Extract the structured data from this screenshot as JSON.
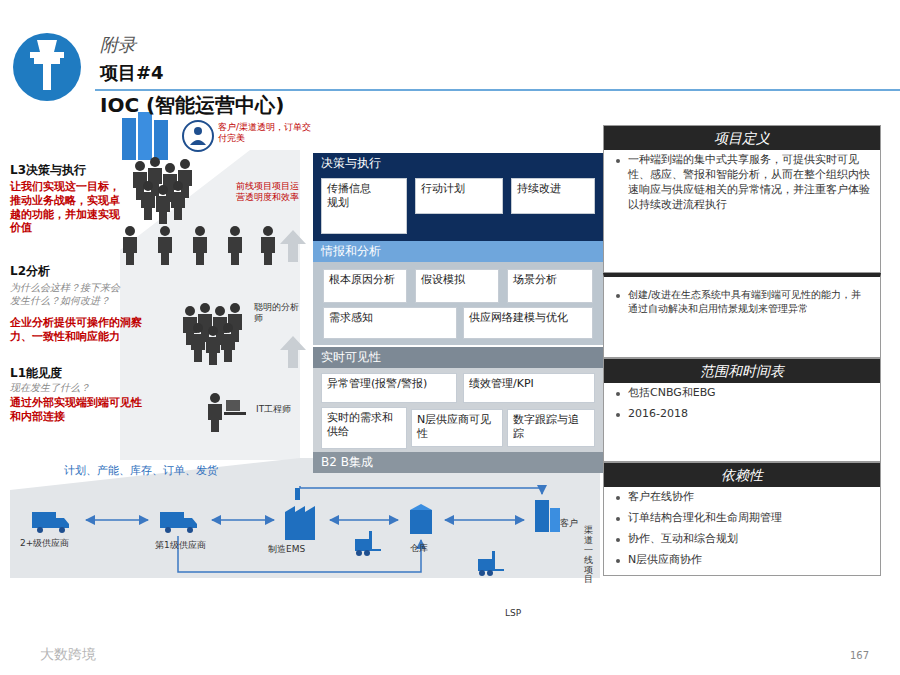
{
  "diagram": {
    "title": "IOC (智能运营中心)",
    "nodes": [
      {
        "text": [
          "决策与执行"
        ]
      },
      {
        "text": [
          "传播信息",
          "规划"
        ],
        "in": 0
      },
      {
        "text": [
          "行动计划"
        ],
        "in": 0
      },
      {
        "text": [
          "持续改进"
        ],
        "in": 0
      },
      {
        "text": [
          "情报和分析"
        ]
      },
      {
        "text": [
          "根本原因分析"
        ],
        "in": 4
      },
      {
        "text": [
          "假设模拟"
        ],
        "in": 4
      },
      {
        "text": [
          "场景分析"
        ],
        "in": 4
      },
      {
        "text": [
          "需求感知"
        ],
        "in": 4
      },
      {
        "text": [
          "供应网络建模与优化"
        ],
        "in": 4
      },
      {
        "text": [
          "实时可见性"
        ]
      },
      {
        "text": [
          "异常管理(报警/警报)"
        ],
        "in": 10
      },
      {
        "text": [
          "绩效管理/KPI"
        ],
        "in": 10
      },
      {
        "text": [
          "实时的需求和供给"
        ],
        "in": 10
      },
      {
        "text": [
          "N层供应商可见性"
        ],
        "in": 10
      },
      {
        "text": [
          "数字跟踪与追踪"
        ],
        "in": 10
      },
      {
        "text": [
          "B2 B集成"
        ]
      },
      {
        "text": [
          "项目定义",
          "一种端到端的集中式共享服务，可提供实时可见性、感应、警报和智能分析，从而在整个组织内快速响应与供应链相关的异常情况，并注重客户体验以持续改进流程执行"
        ]
      },
      {
        "text": [
          "创建/改进在生态系统中具有端到端可见性的能力，并通过自动解决和启用情景规划来管理异常"
        ]
      },
      {
        "text": [
          "范围和时间表",
          "包括CNBG和EBG",
          "2016-2018"
        ]
      },
      {
        "text": [
          "依赖性",
          "客户在线协作",
          "订单结构合理化和生命周期管理",
          "协作、互动和综合规划",
          "N层供应商协作"
        ]
      }
    ],
    "labels": [
      "附录",
      "项目#4",
      "客户/渠道透明，订单交付完美",
      "L3决策与执行",
      "让我们实现这一目标，推动业务战略，实现卓越的功能，并加速实现价值",
      "前线项目项目运营透明度和效率",
      "L2分析",
      "为什么会这样？接下来会发生什么？如何改进？",
      "聪明的分析师",
      "企业分析提供可操作的洞察力、一致性和响应能力",
      "L1能见度",
      "现在发生了什么？",
      "通过外部实现端到端可见性和内部连接",
      "IT工程师",
      "计划、产能、库存、订单、发货",
      "2+级供应商",
      "第1级供应商",
      "制造EMS",
      "仓库",
      "客户",
      "渠道一线项目",
      "LSP",
      "大数跨境",
      "167"
    ]
  }
}
